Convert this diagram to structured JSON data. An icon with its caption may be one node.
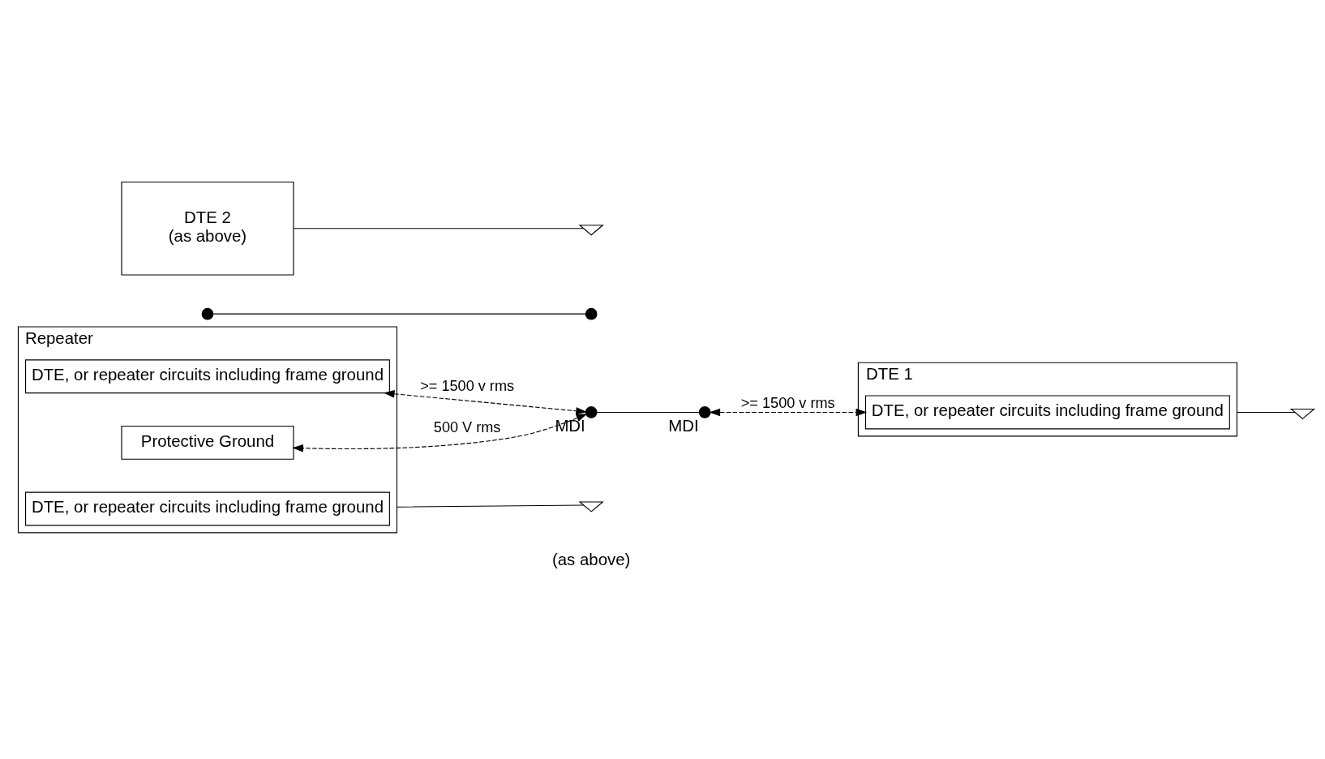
{
  "diagram": {
    "nodes": [
      {
        "text": [
          "Repeater"
        ]
      },
      {
        "text": [
          "DTE, or repeater circuits including frame ground"
        ],
        "in": 0
      },
      {
        "text": [
          "Protective Ground"
        ],
        "in": 0
      },
      {
        "text": [
          "DTE, or repeater circuits including frame ground"
        ],
        "in": 0
      },
      {
        "text": [],
        "shape": "circle",
        "beside": [
          "MDI"
        ]
      },
      {
        "text": [],
        "shape": "circle"
      },
      {
        "text": [
          "DTE 1"
        ]
      },
      {
        "text": [],
        "shape": "circle",
        "beside": [
          "MDI"
        ]
      },
      {
        "text": [
          "DTE, or repeater circuits including frame ground"
        ],
        "in": 6
      },
      {
        "text": [
          "DTE 2",
          "(as above)"
        ]
      },
      {
        "text": [],
        "shape": "circle"
      },
      {
        "text": [],
        "shape": "ground"
      },
      {
        "text": [],
        "shape": "ground"
      },
      {
        "text": [],
        "shape": "ground"
      }
    ],
    "edges": [
      {
        "from": 1,
        "to": 4,
        "arrow": "both",
        "style": "dashed",
        "label": ">= 1500 v rms"
      },
      {
        "from": 4,
        "to": 2,
        "arrow": "both",
        "style": "dashed",
        "label": "500 V rms"
      },
      {
        "from": 4,
        "to": 7,
        "arrow": "none"
      },
      {
        "from": 7,
        "to": 8,
        "arrow": "both",
        "style": "dashed",
        "label": ">= 1500 v rms"
      },
      {
        "from": 5,
        "to": 10,
        "arrow": "none"
      },
      {
        "from": 0,
        "to": 11,
        "arrow": "none"
      },
      {
        "from": 6,
        "to": 12,
        "arrow": "none"
      },
      {
        "from": 9,
        "to": 13,
        "arrow": "none"
      }
    ],
    "labels": [
      "(as above)"
    ]
  }
}
